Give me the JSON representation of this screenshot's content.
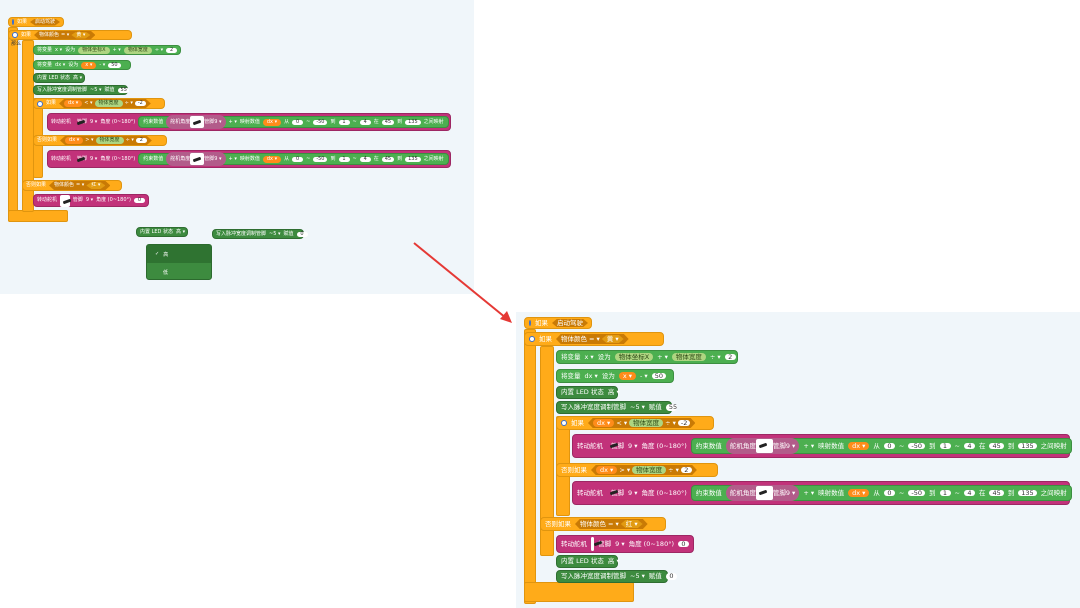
{
  "labels": {
    "when_clicked": "如果",
    "start_program": "启动驾驶",
    "if": "如果",
    "then": "那么",
    "else_if": "否则如果",
    "object_color": "物体颜色",
    "eq": "= ▾",
    "yellow": "黄 ▾",
    "red": "红 ▾",
    "set_var": "将变量",
    "var_x": "x ▾",
    "var_dx": "dx ▾",
    "set_to": "设为",
    "obj_coord_x": "物体坐标X",
    "plus": "+ ▾",
    "minus": "- ▾",
    "obj_width": "物体宽度",
    "div": "÷ ▾",
    "lt": "< ▾",
    "gt": "> ▾",
    "led_state": "内置 LED 状态",
    "high": "高 ▾",
    "write_pwm": "写入脉冲宽度调制管脚",
    "pin5": "~5 ▾",
    "assign": "赋值",
    "rotate_servo": "转动舵机",
    "pin": "管脚",
    "pin9": "9 ▾",
    "angle": "角度 (0~180°)",
    "servo_angle": "舵机角度",
    "from": "约束数值",
    "map": "映射数值",
    "map_from": "从",
    "to": "到",
    "range_sep": "~",
    "to_range": "在",
    "map_to": "到",
    "between": "之间映射"
  },
  "nums": {
    "two": "2",
    "fifty": "50",
    "fiftyfive": "55",
    "neg2": "-2",
    "zero": "0",
    "neg50": "-50",
    "one": "1",
    "four": "4",
    "fortyfive": "45",
    "onethirtyfive": "135"
  },
  "dropdown_menu": {
    "block_label": "内置 LED 状态",
    "block_value": "高 ▾",
    "options": [
      "高",
      "低"
    ],
    "selected_mark": "✓",
    "side_block": "写入脉冲宽度调制管脚",
    "side_pin": "~5 ▾",
    "side_assign": "赋值",
    "side_val": "0"
  },
  "colors": {
    "workspace": "#f0f6fa",
    "control_orange": "#ffab19",
    "variable_green": "#4caf50",
    "led_green": "#3d8b3f",
    "servo_pink": "#c2327a",
    "arrow_red": "#e53935"
  }
}
